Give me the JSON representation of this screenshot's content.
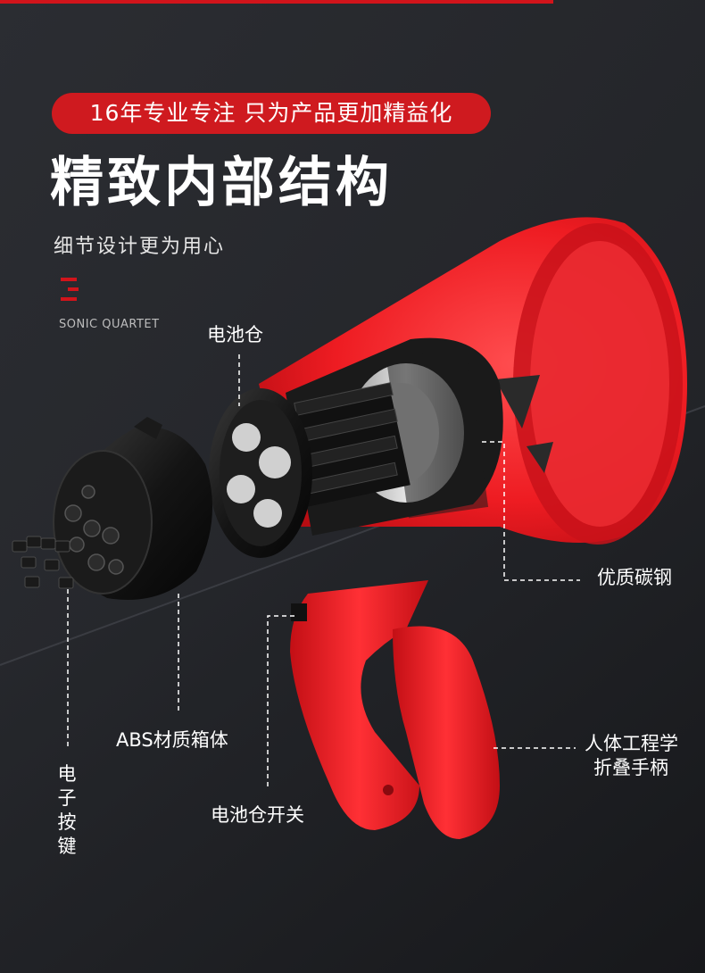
{
  "badge": {
    "text": "16年专业专注 只为产品更加精益化"
  },
  "heading": {
    "title": "精致内部结构",
    "subtitle": "细节设计更为用心"
  },
  "brand": {
    "name": "SONIC QUARTET"
  },
  "callouts": {
    "battery_compartment": "电池仓",
    "carbon_steel": "优质碳钢",
    "abs_housing": "ABS材质箱体",
    "handle_line1": "人体工程学",
    "handle_line2": "折叠手柄",
    "battery_switch": "电池仓开关",
    "electronic_buttons": "电子按键"
  },
  "colors": {
    "accent": "#d1141b",
    "product_red": "#ee1c22",
    "product_black": "#151515",
    "background": "#23252a"
  },
  "icons": {
    "logo": "sonic-quartet-logo-icon"
  }
}
